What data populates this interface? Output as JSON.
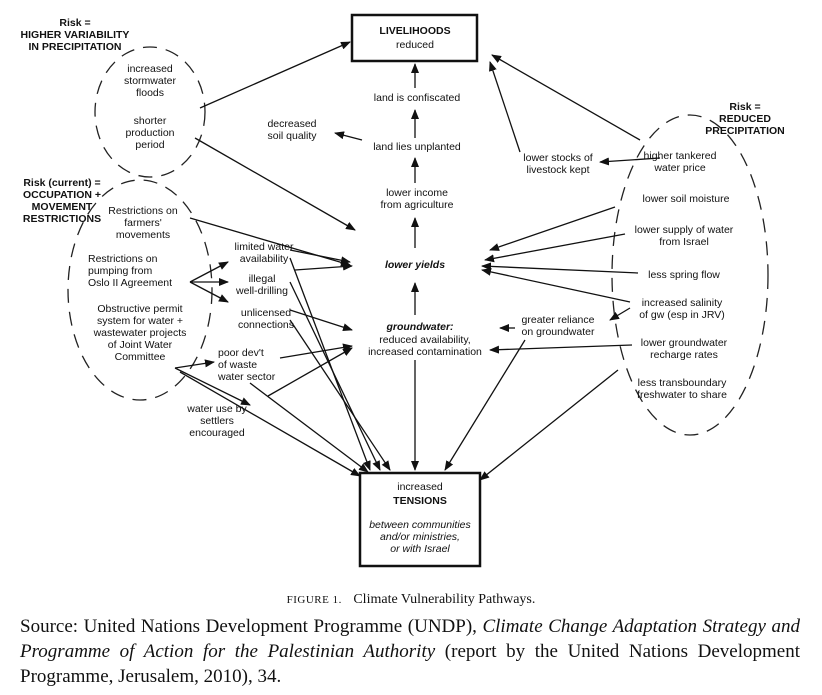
{
  "diagram": {
    "livelihoods": [
      "LIVELIHOODS",
      "reduced"
    ],
    "tensions": {
      "pre": "increased",
      "title": "TENSIONS",
      "sub": [
        "between communities",
        "and/or ministries,",
        "or with Israel"
      ]
    },
    "center": {
      "confiscated": "land is confiscated",
      "unplanted": "land lies unplanted",
      "income": [
        "lower income",
        "from agriculture"
      ],
      "yields": "lower yields",
      "gw_title": "groundwater:",
      "gw_lines": [
        "reduced availability,",
        "increased contamination"
      ],
      "soil_quality": [
        "decreased",
        "soil quality"
      ]
    },
    "risk_variability": {
      "head": [
        "Risk =",
        "HIGHER VARIABILITY",
        "IN PRECIPITATION"
      ],
      "items": [
        [
          "increased",
          "stormwater",
          "floods"
        ],
        [
          "shorter",
          "production",
          "period"
        ]
      ]
    },
    "risk_occupation": {
      "head": [
        "Risk (current) =",
        "OCCUPATION +",
        "MOVEMENT",
        "RESTRICTIONS"
      ],
      "items": [
        [
          "Restrictions on",
          "farmers'",
          "movements"
        ],
        [
          "Restrictions on",
          "pumping from",
          "Oslo II Agreement"
        ],
        [
          "Obstructive permit",
          "system for water +",
          "wastewater projects",
          "of Joint Water",
          "Committee"
        ]
      ]
    },
    "middle_left": {
      "limited": [
        "limited water",
        "availability"
      ],
      "illegal": [
        "illegal",
        "well-drilling"
      ],
      "unlicensed": [
        "unlicensed",
        "connections"
      ],
      "poor": [
        "poor dev't",
        "of waste",
        "water sector"
      ],
      "settlers": [
        "water use by",
        "settlers",
        "encouraged"
      ]
    },
    "risk_reduced": {
      "head": [
        "Risk =",
        "REDUCED",
        "PRECIPITATION"
      ],
      "items": [
        [
          "higher tankered",
          "water price"
        ],
        [
          "lower soil moisture"
        ],
        [
          "lower supply of water",
          "from Israel"
        ],
        [
          "less spring flow"
        ],
        [
          "increased salinity",
          "of gw (esp in JRV)"
        ],
        [
          "lower groundwater",
          "recharge rates"
        ],
        [
          "less transboundary",
          "freshwater to share"
        ]
      ]
    },
    "right_middle": {
      "livestock": [
        "lower stocks of",
        "livestock kept"
      ],
      "reliance": [
        "greater reliance",
        "on groundwater"
      ]
    }
  },
  "caption": {
    "label": "FIGURE 1.",
    "title": "Climate Vulnerability Pathways."
  },
  "source": {
    "pre": "Source: United Nations Development Programme (UNDP), ",
    "title": "Climate Change Adaptation Strategy and Programme of Action for the Palestinian Authority",
    "post": " (report by the United Nations Development Programme, Jerusalem, 2010), 34."
  }
}
